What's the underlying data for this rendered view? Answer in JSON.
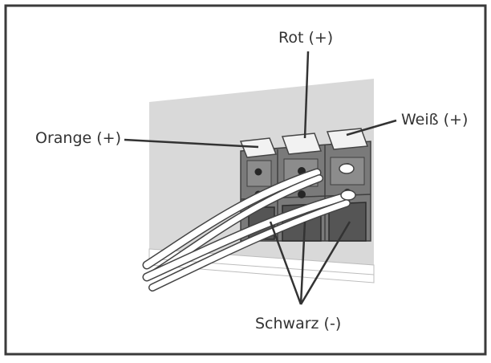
{
  "labels": {
    "rot": "Rot (+)",
    "orange": "Orange (+)",
    "weiss": "Weiß (+)",
    "schwarz": "Schwarz (-)"
  },
  "colors": {
    "frame": "#3a3a3a",
    "panel": "#d9d9d9",
    "terminal_block": "#6e6e6e",
    "terminal_dark": "#4a4a4a",
    "tab": "#f2f2f2",
    "cable": "#ffffff",
    "text": "#333333"
  }
}
